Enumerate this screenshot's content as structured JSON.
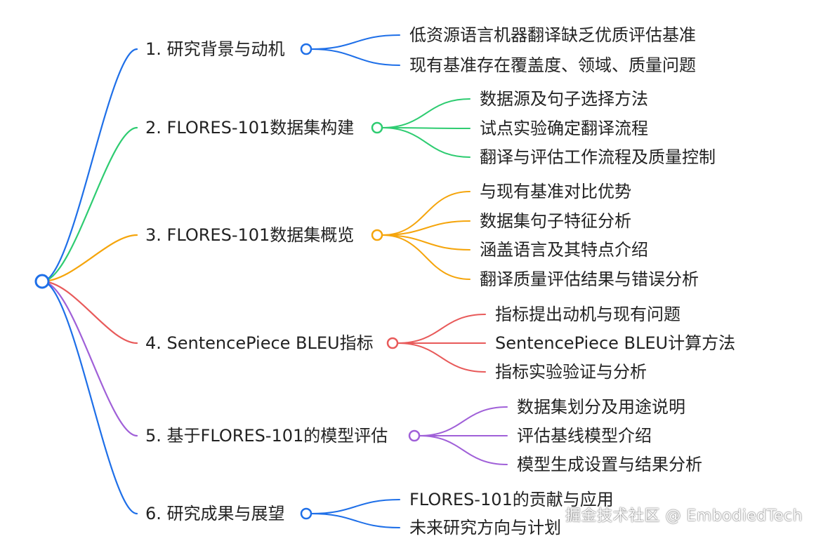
{
  "mindmap": {
    "branches": [
      {
        "label": "1. 研究背景与动机",
        "color": "#1e6fe8",
        "children": [
          "低资源语言机器翻译缺乏优质评估基准",
          "现有基准存在覆盖度、领域、质量问题"
        ]
      },
      {
        "label": "2. FLORES-101数据集构建",
        "color": "#2ecc71",
        "children": [
          "数据源及句子选择方法",
          "试点实验确定翻译流程",
          "翻译与评估工作流程及质量控制"
        ]
      },
      {
        "label": "3. FLORES-101数据集概览",
        "color": "#f5a50c",
        "children": [
          "与现有基准对比优势",
          "数据集句子特征分析",
          "涵盖语言及其特点介绍",
          "翻译质量评估结果与错误分析"
        ]
      },
      {
        "label": "4. SentencePiece BLEU指标",
        "color": "#e85a5a",
        "children": [
          "指标提出动机与现有问题",
          "SentencePiece BLEU计算方法",
          "指标实验验证与分析"
        ]
      },
      {
        "label": "5. 基于FLORES-101的模型评估",
        "color": "#a060d8",
        "children": [
          "数据集划分及用途说明",
          "评估基线模型介绍",
          "模型生成设置与结果分析"
        ]
      },
      {
        "label": "6. 研究成果与展望",
        "color": "#1e6fe8",
        "children": [
          "FLORES-101的贡献与应用",
          "未来研究方向与计划"
        ]
      }
    ]
  },
  "watermark": "掘金技术社区 @ EmbodiedTech"
}
